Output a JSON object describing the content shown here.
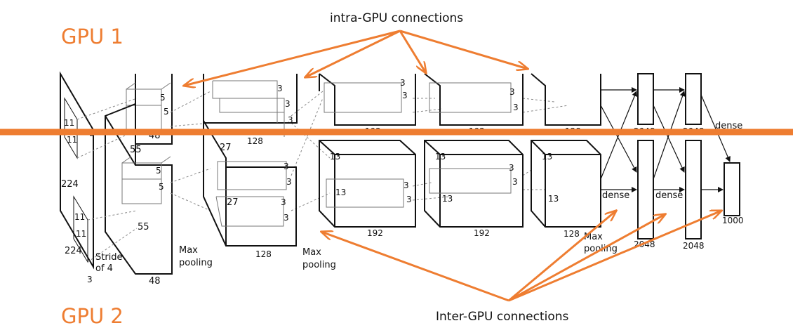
{
  "colors": {
    "accent": "#EE7D31",
    "ink": "#111111",
    "background": "#ffffff"
  },
  "labels": {
    "gpu1": "GPU 1",
    "gpu2": "GPU 2",
    "intra": "intra-GPU connections",
    "inter": "Inter-GPU connections"
  },
  "input": {
    "height": "224",
    "width": "224",
    "depth": "3",
    "kernel_a": "11",
    "kernel_b": "11",
    "stride_line1": "Stride",
    "stride_line2": "of 4"
  },
  "conv1": {
    "top_depth": "48",
    "bottom_depth": "48",
    "spatial_top": "55",
    "spatial_bottom": "55",
    "k": "5"
  },
  "conv2": {
    "top_depth": "128",
    "bottom_depth": "128",
    "spatial": "27",
    "k": "3"
  },
  "conv3": {
    "top_depth": "192",
    "bottom_depth": "192",
    "spatial": "13",
    "k": "3"
  },
  "conv4": {
    "top_depth": "192",
    "bottom_depth": "192",
    "spatial": "13",
    "k": "3"
  },
  "conv5": {
    "top_depth": "128",
    "bottom_depth": "128",
    "spatial": "13"
  },
  "fc": {
    "fc6_top": "2048",
    "fc6_bottom": "2048",
    "fc7_top": "2048",
    "fc7_bottom": "2048",
    "out": "1000"
  },
  "annotations": {
    "max_pooling_line1": "Max",
    "max_pooling_line2": "pooling",
    "dense": "dense"
  }
}
